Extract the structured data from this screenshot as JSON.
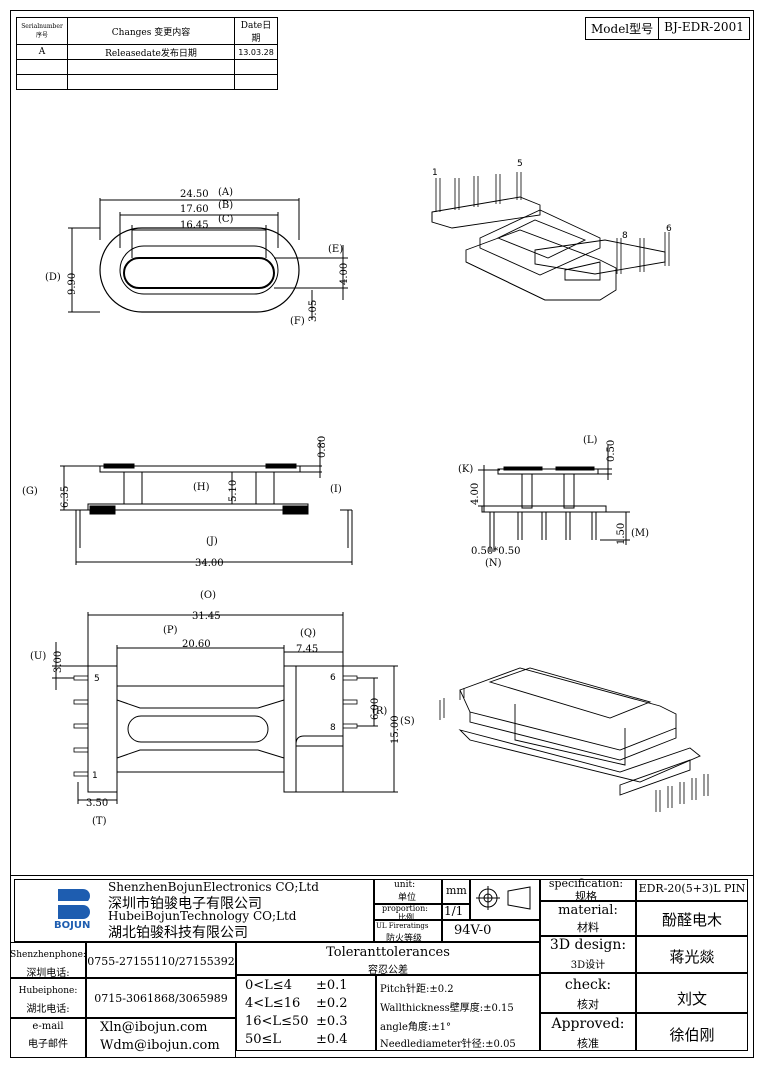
{
  "revision": {
    "headers": [
      "Serialnumber序号",
      "Changes 变更内容",
      "Date日期"
    ],
    "rows": [
      [
        "A",
        "Releasedate发布日期",
        "13.03.28"
      ],
      [
        "",
        "",
        ""
      ],
      [
        "",
        "",
        ""
      ]
    ]
  },
  "model": {
    "label": "Model型号",
    "value": "BJ-EDR-2001"
  },
  "dims": {
    "top_view": {
      "A": "24.50",
      "B": "17.60",
      "C": "16.45",
      "D": "9.90",
      "E": "4.00",
      "F": "3.05",
      "A_l": "(A)",
      "B_l": "(B)",
      "C_l": "(C)",
      "D_l": "(D)",
      "E_l": "(E)",
      "F_l": "(F)"
    },
    "iso_pins": {
      "p1": "1",
      "p5": "5",
      "p8": "8",
      "p6": "6"
    },
    "front_view": {
      "G": "6.35",
      "H": "5.10",
      "J": "34.00",
      "top": "0.80",
      "G_l": "(G)",
      "H_l": "(H)",
      "I_l": "(I)",
      "J_l": "(J)"
    },
    "side_view": {
      "L": "0.50",
      "K": "4.00",
      "M": "1.50",
      "N": "0.50*0.50",
      "L_l": "(L)",
      "K_l": "(K)",
      "M_l": "(M)",
      "N_l": "(N)"
    },
    "bottom_view": {
      "O": "31.45",
      "P": "20.60",
      "Q": "7.45",
      "U": "3.00",
      "R": "6.00",
      "S": "15.00",
      "T": "3.50",
      "O_l": "(O)",
      "P_l": "(P)",
      "Q_l": "(Q)",
      "U_l": "(U)",
      "R_l": "(R)",
      "S_l": "(S)",
      "T_l": "(T)",
      "pin5": "5",
      "pin1": "1",
      "pin6": "6",
      "pin8": "8"
    }
  },
  "title_block": {
    "company_en1": "ShenzhenBojunElectronics CO;Ltd",
    "company_cn1": "深圳市铂骏电子有限公司",
    "company_en2": "HubeiBojunTechnology CO;Ltd",
    "company_cn2": "湖北铂骏科技有限公司",
    "logo_text": "BOJUN",
    "unit_label": "unit:",
    "unit_label_cn": "单位",
    "unit_value": "mm",
    "proportion_label": "proportion:",
    "proportion_label_cn": "比例",
    "proportion_value": "1/1",
    "fire_label": "UL Fireratings",
    "fire_label_cn": "防火等级",
    "fire_value": "94V-0",
    "spec_label": "specification:",
    "spec_label_cn": "规格",
    "spec_value": "EDR-20(5+3)L PIN",
    "material_label": "material:",
    "material_label_cn": "材料",
    "material_value": "酚醛电木",
    "design_label": "3D design:",
    "design_label_cn": "3D设计",
    "design_value": "蒋光燚",
    "check_label": "check:",
    "check_label_cn": "核对",
    "check_value": "刘文",
    "approved_label": "Approved:",
    "approved_label_cn": "核准",
    "approved_value": "徐伯刚",
    "sz_phone_label": "Shenzhenphone:",
    "sz_phone_label_cn": "深圳电话:",
    "sz_phone": "0755-27155110/27155392",
    "hb_phone_label": "Hubeiphone:",
    "hb_phone_label_cn": "湖北电话:",
    "hb_phone": "0715-3061868/3065989",
    "email_label": "e-mail",
    "email_label_cn": "电子邮件",
    "email1": "Xln@ibojun.com",
    "email2": "Wdm@ibojun.com",
    "tol_title": "Toleranttolerances",
    "tol_title_cn": "容忍公差",
    "tol_rows": [
      [
        "0<L≤4",
        "±0.1"
      ],
      [
        "4<L≤16",
        "±0.2"
      ],
      [
        "16<L≤50",
        "±0.3"
      ],
      [
        "50≤L",
        "±0.4"
      ]
    ],
    "tol_notes": [
      "Pitch针距:±0.2",
      "Wallthickness壁厚度:±0.15",
      "angle角度:±1°",
      "Needlediameter针径:±0.05"
    ]
  }
}
